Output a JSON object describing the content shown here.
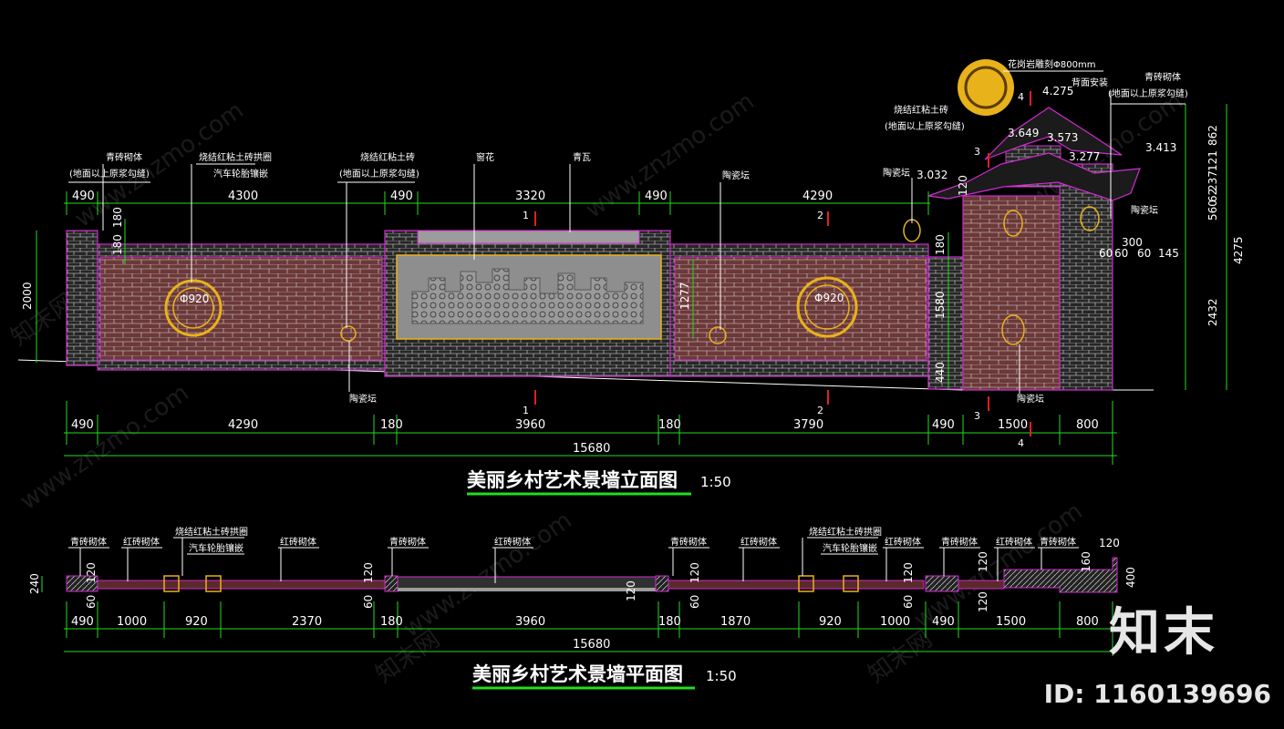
{
  "elevation": {
    "title": "美丽乡村艺术景墙立面图",
    "scale": "1:50",
    "top_dims": [
      "490",
      "4300",
      "490",
      "3320",
      "490",
      "4290"
    ],
    "bottom_dims": [
      "490",
      "4290",
      "180",
      "3960",
      "180",
      "3790",
      "490",
      "1500",
      "800"
    ],
    "total": "15680",
    "left_height": "2000",
    "inner_dims": [
      "180",
      "180",
      "1277",
      "180",
      "1580",
      "440",
      "120"
    ],
    "right_dims": [
      "862",
      "121",
      "237",
      "62",
      "560",
      "2432",
      "4275"
    ],
    "small_dims": [
      "300",
      "60",
      "60",
      "60",
      "145"
    ],
    "levels": [
      "3.032",
      "3.649",
      "3.573",
      "3.277",
      "3.413",
      "4.275"
    ],
    "circle_labels": [
      "Φ920",
      "Φ920"
    ],
    "section_marks": [
      "1",
      "2",
      "3",
      "4"
    ],
    "labels": {
      "qing_zhuan": "青砖砌体",
      "qing_zhuan_note": "(地面以上原浆勾缝)",
      "shao_jie_circle": "烧结红粘土砖拱圈",
      "tire_inlay": "汽车轮胎镶嵌",
      "shao_jie_brick": "烧结红粘土砖",
      "lattice": "窗花",
      "tile": "青瓦",
      "pot": "陶瓷坛",
      "granite": "花岗岩雕刻Φ800mm",
      "back_install": "背面安装"
    }
  },
  "plan": {
    "title": "美丽乡村艺术景墙平面图",
    "scale": "1:50",
    "bottom_dims": [
      "490",
      "1000",
      "920",
      "2370",
      "180",
      "3960",
      "180",
      "1870",
      "920",
      "1000",
      "490",
      "1500",
      "800"
    ],
    "total": "15680",
    "thickness": "240",
    "right_dims": [
      "400",
      "120",
      "160",
      "120",
      "120"
    ],
    "small_dims": [
      "60",
      "120",
      "60"
    ],
    "labels": {
      "qing_zhuan": "青砖砌体",
      "hong_zhuan": "红砖砌体",
      "shao_jie_circle": "烧结红粘土砖拱圈",
      "tire_inlay": "汽车轮胎镶嵌"
    }
  },
  "watermark": {
    "logo": "知末",
    "id": "ID: 1160139696",
    "site": "www.znzmo.com",
    "brand": "知末网"
  },
  "colors": {
    "background": "#000000",
    "dimension": "#22dd22",
    "wall_outline": "#d02bd0",
    "brick_fill": "#6e3939",
    "ornament": "#e8b21a",
    "section_mark": "#e02020"
  }
}
